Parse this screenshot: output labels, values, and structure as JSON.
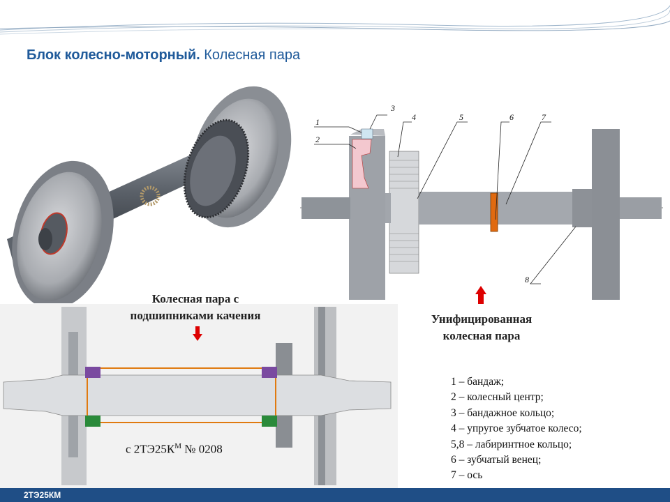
{
  "slide": {
    "title_bold": "Блок колесно-моторный.",
    "title_regular": " Колесная пара",
    "caption_left_line1": "Колесная пара с",
    "caption_left_line2": "подшипниками качения",
    "caption_right_line1": "Унифицированная",
    "caption_right_line2": "колесная пара",
    "serial_prefix": "с 2ТЭ25К",
    "serial_sup": "М",
    "serial_suffix": " № 0208",
    "footer": "2ТЭ25КМ"
  },
  "legend": [
    "1 – бандаж;",
    "2 – колесный центр;",
    "3 – бандажное кольцо;",
    "4 – упругое зубчатое колесо;",
    "5,8 – лабиринтное кольцо;",
    "6 – зубчатый венец;",
    "7 – ось"
  ],
  "part_labels": [
    "1",
    "2",
    "3",
    "4",
    "5",
    "6",
    "7",
    "8"
  ],
  "colors": {
    "title": "#1f5a9a",
    "footer": "#1f4e86",
    "arrow": "#dd0000",
    "orange_part": "#e06a10",
    "tyre_pink": "#f3c8cf"
  }
}
